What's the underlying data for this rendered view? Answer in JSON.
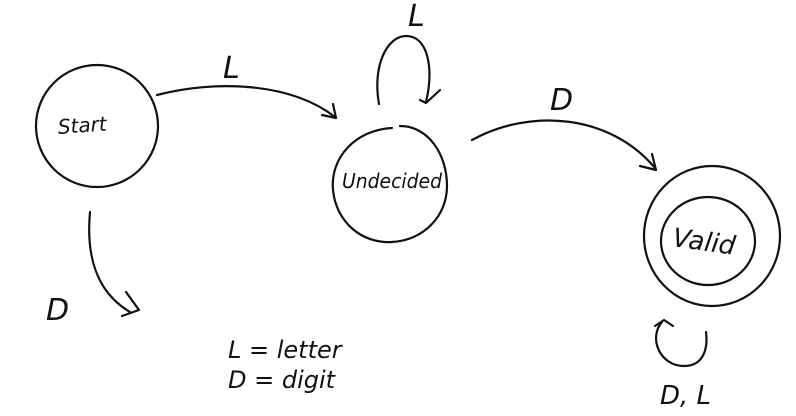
{
  "states": {
    "start": {
      "label": "Start"
    },
    "undecided": {
      "label": "Undecided"
    },
    "valid": {
      "label": "Valid",
      "accepting": true
    }
  },
  "transitions": {
    "start_to_undecided": {
      "label": "L"
    },
    "undecided_self_loop": {
      "label": "L"
    },
    "undecided_to_valid": {
      "label": "D"
    },
    "start_dead": {
      "label": "D"
    },
    "valid_self_loop": {
      "label": "D, L"
    }
  },
  "legend": {
    "letter": "L = letter",
    "digit": "D = digit"
  },
  "colors": {
    "ink": "#111111",
    "background": "#ffffff"
  }
}
